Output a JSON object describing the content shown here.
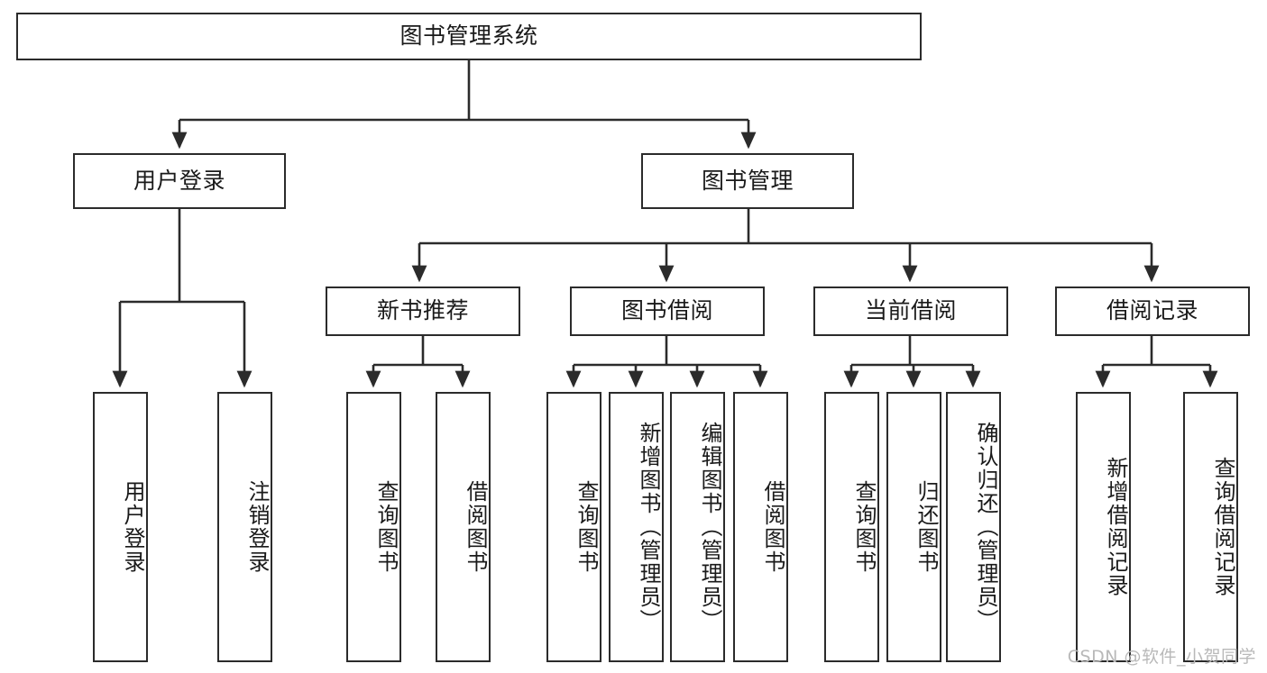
{
  "diagram": {
    "title": "图书管理系统",
    "watermark": "CSDN @软件_小贺同学",
    "colors": {
      "stroke": "#2b2b2b",
      "fill": "#ffffff",
      "text": "#1a1a1a",
      "watermark": "#b9b9b9"
    },
    "levels": {
      "root": {
        "label": "图书管理系统"
      },
      "level2": [
        {
          "label": "用户登录"
        },
        {
          "label": "图书管理"
        }
      ],
      "level3": [
        {
          "label": "新书推荐"
        },
        {
          "label": "图书借阅"
        },
        {
          "label": "当前借阅"
        },
        {
          "label": "借阅记录"
        }
      ],
      "leaves_user_login": [
        {
          "label": "用户登录"
        },
        {
          "label": "注销登录"
        }
      ],
      "leaves_new_book": [
        {
          "label": "查询图书"
        },
        {
          "label": "借阅图书"
        }
      ],
      "leaves_borrow": [
        {
          "label": "查询图书"
        },
        {
          "label": "新增图书（管理员）"
        },
        {
          "label": "编辑图书（管理员）"
        },
        {
          "label": "借阅图书"
        }
      ],
      "leaves_current": [
        {
          "label": "查询图书"
        },
        {
          "label": "归还图书"
        },
        {
          "label": "确认归还（管理员）"
        }
      ],
      "leaves_record": [
        {
          "label": "新增借阅记录"
        },
        {
          "label": "查询借阅记录"
        }
      ]
    }
  }
}
